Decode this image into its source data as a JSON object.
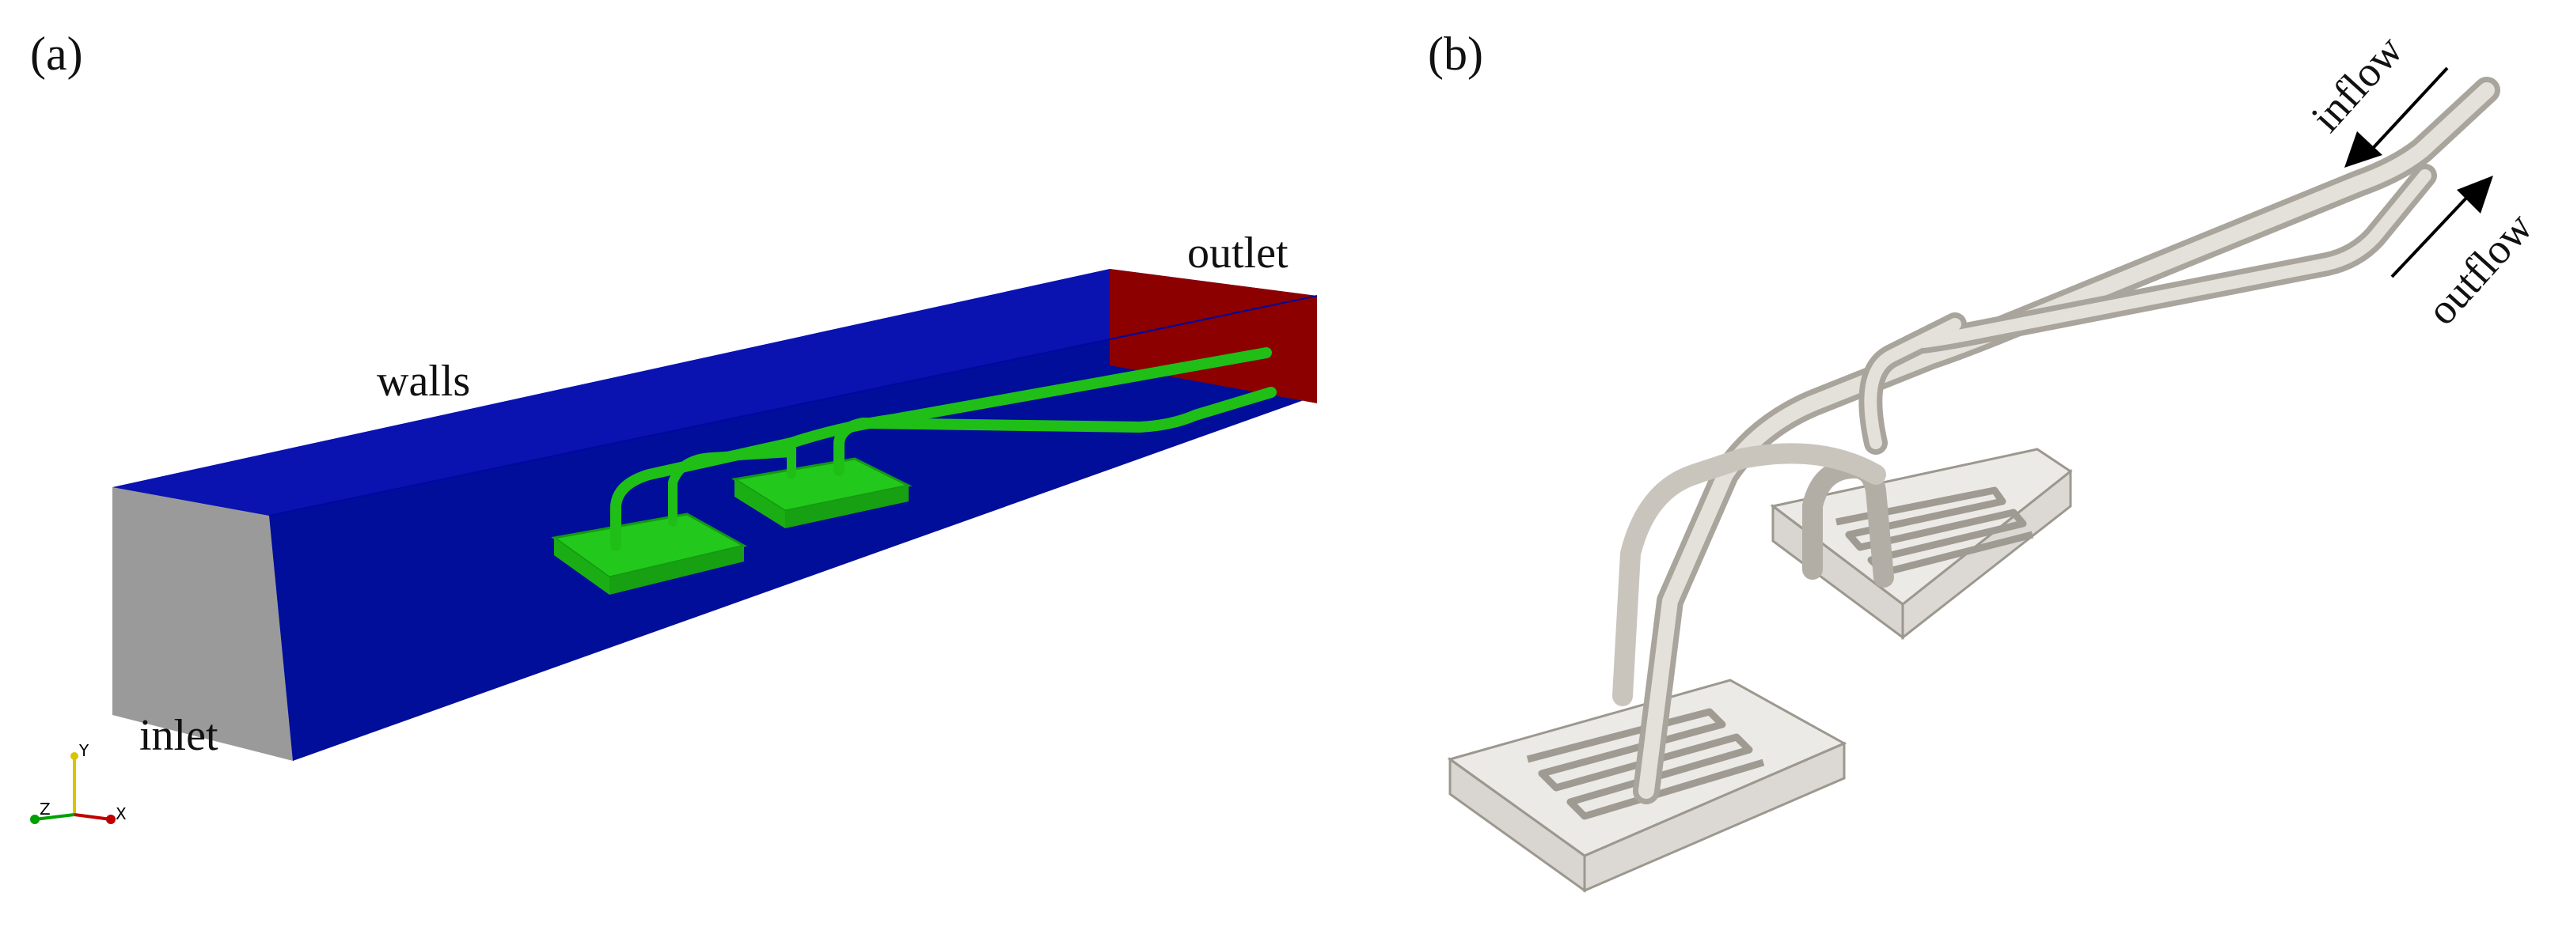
{
  "panel_a": {
    "label": "(a)",
    "regions": {
      "outlet": "outlet",
      "walls": "walls",
      "inlet": "inlet"
    },
    "colors": {
      "walls": "#0a12b0",
      "walls_floor": "#000e9a",
      "inlet": "#9a9a9a",
      "outlet": "#8c0000",
      "heat_exchanger": "#22c91c"
    },
    "axes_triad": {
      "x": "X",
      "y": "Y",
      "z": "Z"
    }
  },
  "panel_b": {
    "label": "(b)",
    "flow_labels": {
      "inflow": "inflow",
      "outflow": "outflow"
    },
    "colors": {
      "pipe": "#d8d5cc",
      "block": "#cfcac2"
    }
  }
}
